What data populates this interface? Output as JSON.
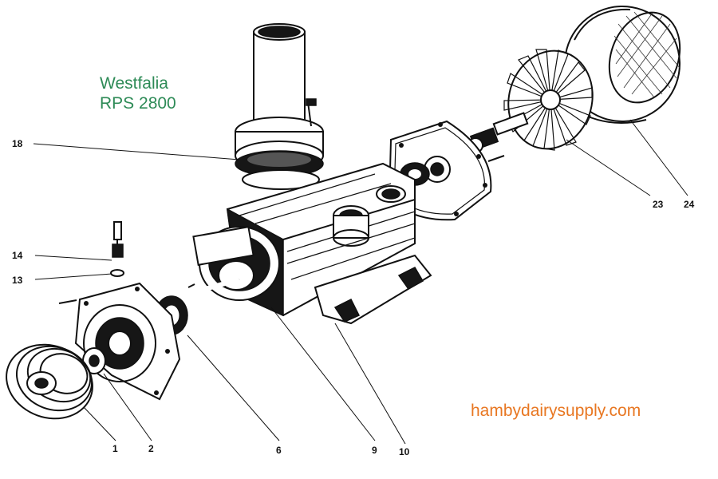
{
  "title": {
    "brand": "Westfalia",
    "model": "RPS 2800"
  },
  "website": "hambydairysupply.com",
  "colors": {
    "title": "#2e8b57",
    "website": "#e87722",
    "ink": "#111111"
  },
  "callouts": [
    {
      "id": "1",
      "label": "1"
    },
    {
      "id": "2",
      "label": "2"
    },
    {
      "id": "6",
      "label": "6"
    },
    {
      "id": "9",
      "label": "9"
    },
    {
      "id": "10",
      "label": "10"
    },
    {
      "id": "13",
      "label": "13"
    },
    {
      "id": "14",
      "label": "14"
    },
    {
      "id": "18",
      "label": "18"
    },
    {
      "id": "23",
      "label": "23"
    },
    {
      "id": "24",
      "label": "24"
    }
  ]
}
